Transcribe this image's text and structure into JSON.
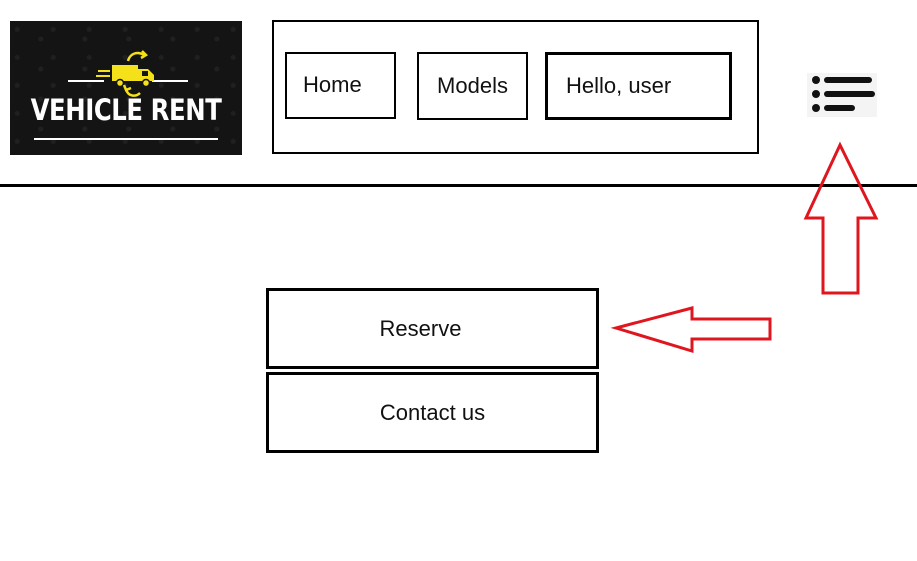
{
  "header": {
    "logo": {
      "text": "VEHICLE RENT",
      "icon": "delivery-truck-icon",
      "accent_color": "#f5e11a",
      "background_color": "#141414"
    },
    "nav": {
      "home_label": "Home",
      "models_label": "Models",
      "user_label": "Hello, user"
    },
    "menu_icon": "hamburger-list-icon"
  },
  "dropdown": {
    "reserve_label": "Reserve",
    "contact_label": "Contact us"
  },
  "annotations": {
    "arrow_color": "#e0161f",
    "arrows": [
      "up-arrow-to-menu-icon",
      "left-arrow-to-reserve"
    ]
  }
}
